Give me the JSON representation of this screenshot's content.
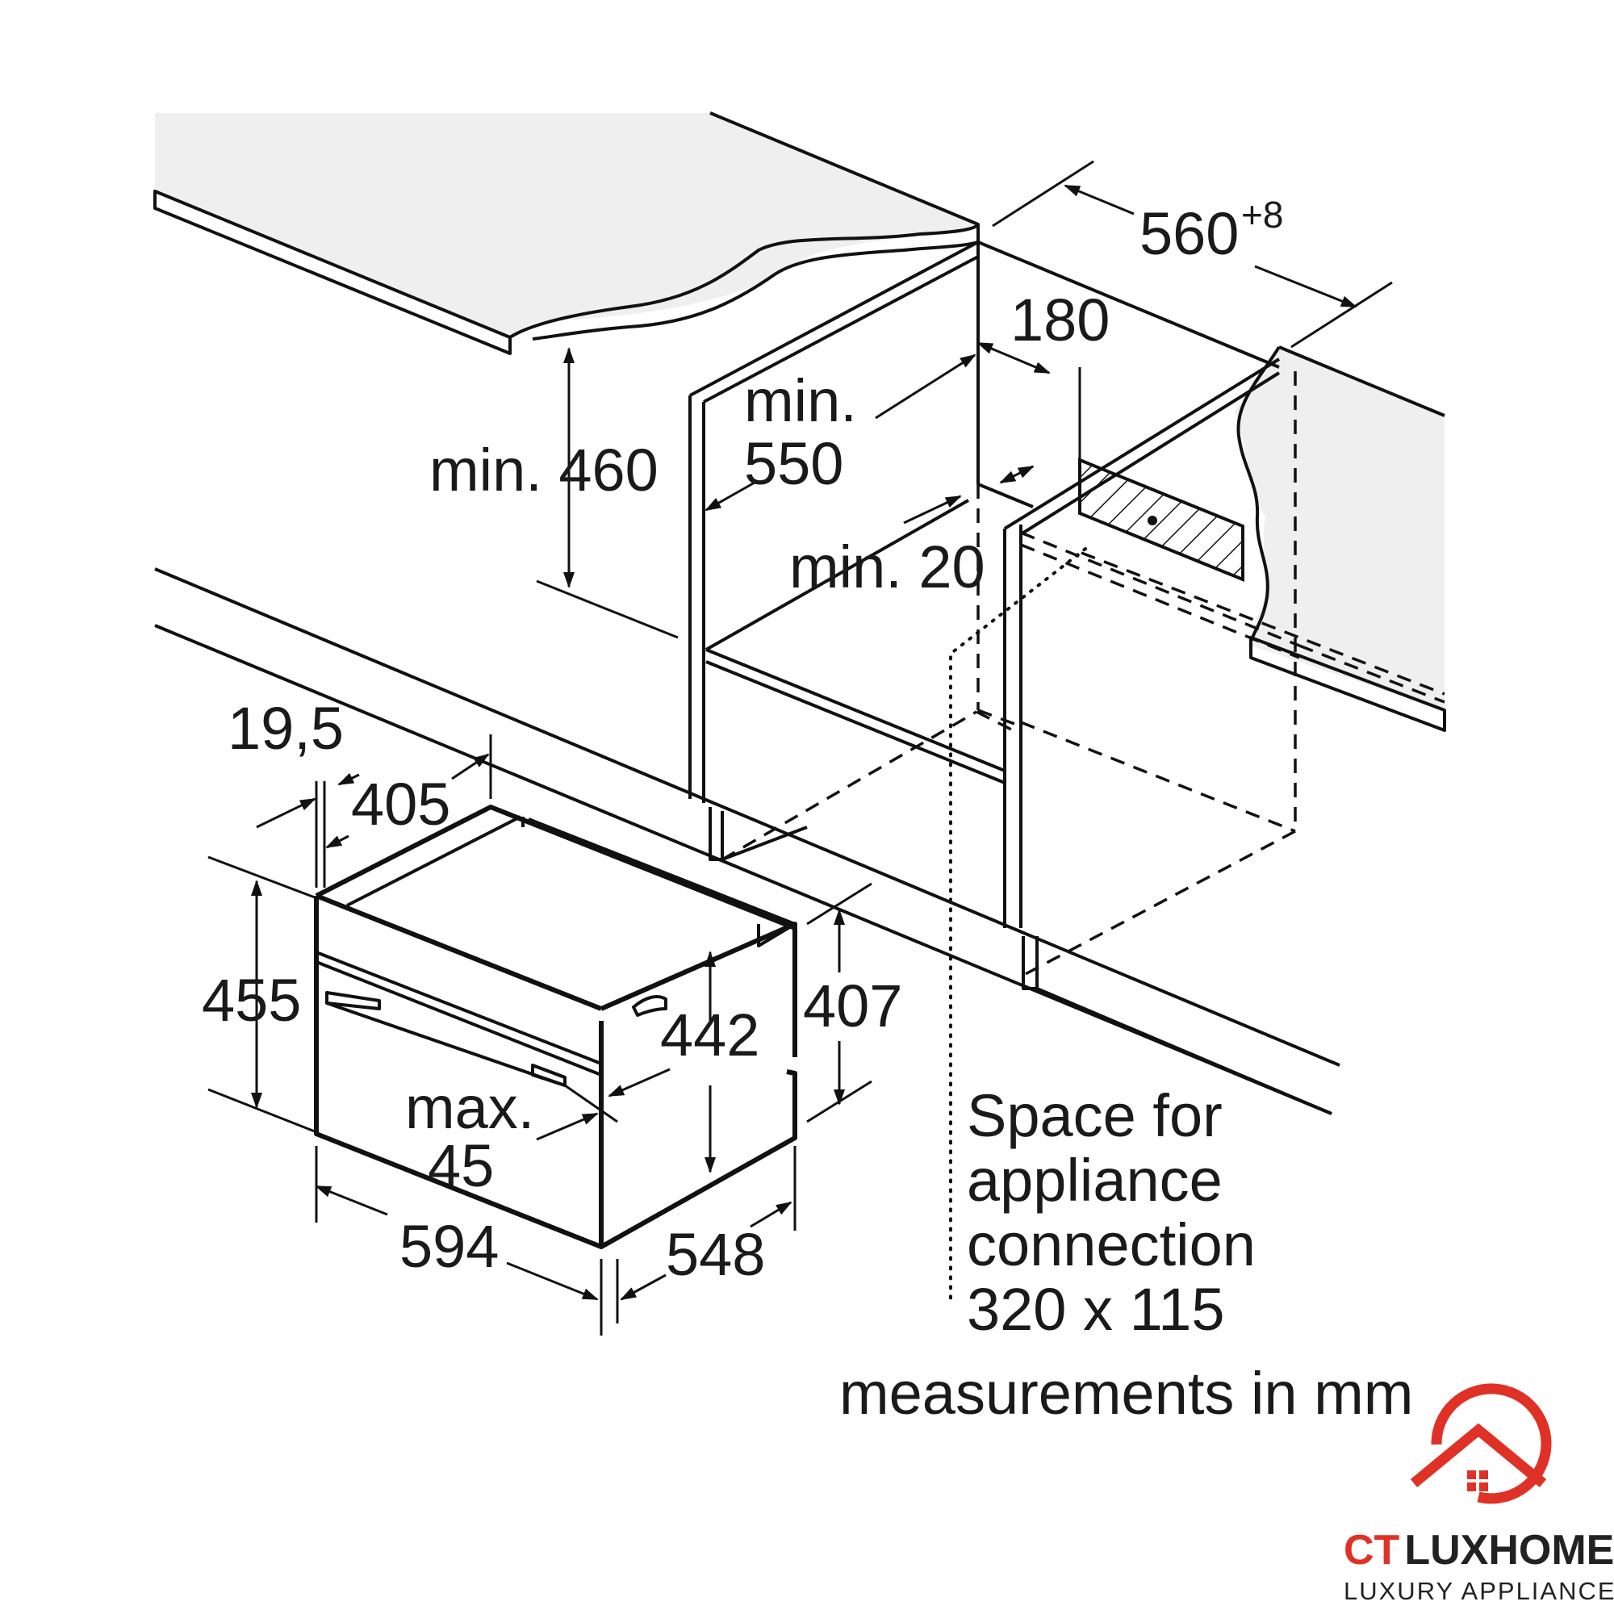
{
  "dimensions": {
    "niche_width": "560",
    "niche_width_tolerance": "+8",
    "connection_offset": "180",
    "min_height_above": "min. 460",
    "min_depth_line1": "min.",
    "min_depth_line2": "550",
    "min_gap": "min. 20",
    "frame_thickness": "19,5",
    "appliance_inner_width": "405",
    "appliance_height": "455",
    "appliance_depth_height": "442",
    "appliance_body_height": "407",
    "max_projection_line1": "max.",
    "max_projection_line2": "45",
    "appliance_width": "594",
    "appliance_depth": "548"
  },
  "notes": {
    "connection_line1": "Space for",
    "connection_line2": "appliance",
    "connection_line3": "connection",
    "connection_line4": "320 x 115",
    "units": "measurements in mm"
  },
  "logo": {
    "brand_part1": "CT",
    "brand_part2": "LUXHOME",
    "tagline": "LUXURY APPLIANCES",
    "ring_color": "#e03127",
    "text_color": "#222222",
    "accent_color": "#e03127"
  }
}
